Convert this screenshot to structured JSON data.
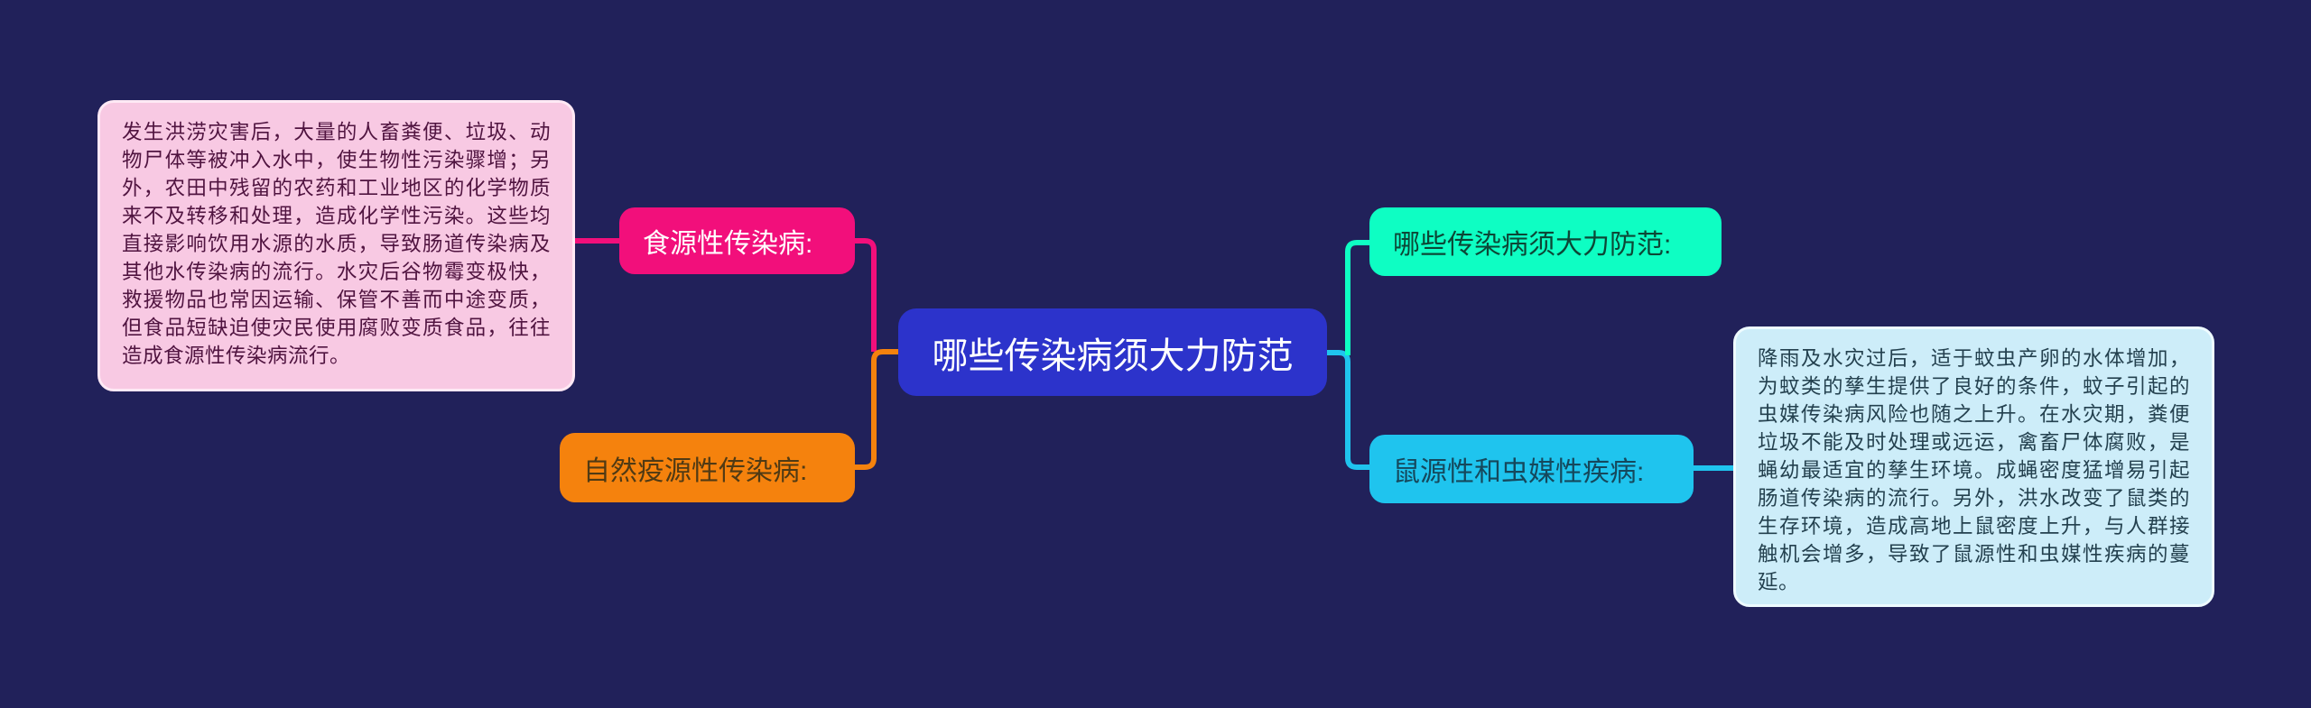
{
  "colors": {
    "background": "#21215a",
    "pink": "#f20f7b",
    "orange": "#f5820d",
    "root_blue": "#2c33cb",
    "green": "#0efec3",
    "cyan": "#1fc4ee",
    "pink_note_bg": "#f8c9e3",
    "pink_note_text": "#501440",
    "blue_note_bg": "#cdedf9",
    "blue_note_text": "#24414f"
  },
  "mindmap": {
    "root": {
      "label": "哪些传染病须大力防范"
    },
    "branches": {
      "food_borne": {
        "label": "食源性传染病:",
        "note": "发生洪涝灾害后，大量的人畜粪便、垃圾、动物尸体等被冲入水中，使生物性污染骤增；另外，农田中残留的农药和工业地区的化学物质来不及转移和处理，造成化学性污染。这些均直接影响饮用水源的水质，导致肠道传染病及其他水传染病的流行。水灾后谷物霉变极快，救援物品也常因运输、保管不善而中途变质，但食品短缺迫使灾民使用腐败变质食品，往往造成食源性传染病流行。"
      },
      "natural_focal": {
        "label": "自然疫源性传染病:"
      },
      "prevention_list": {
        "label": "哪些传染病须大力防范:"
      },
      "rodent_vector": {
        "label": "鼠源性和虫媒性疾病:",
        "note": "降雨及水灾过后，适于蚊虫产卵的水体增加，为蚊类的孳生提供了良好的条件，蚊子引起的虫媒传染病风险也随之上升。在水灾期，粪便垃圾不能及时处理或远运，禽畜尸体腐败，是蝇幼最适宜的孳生环境。成蝇密度猛增易引起肠道传染病的流行。另外，洪水改变了鼠类的生存环境，造成高地上鼠密度上升，与人群接触机会增多，导致了鼠源性和虫媒性疾病的蔓延。"
      }
    }
  }
}
